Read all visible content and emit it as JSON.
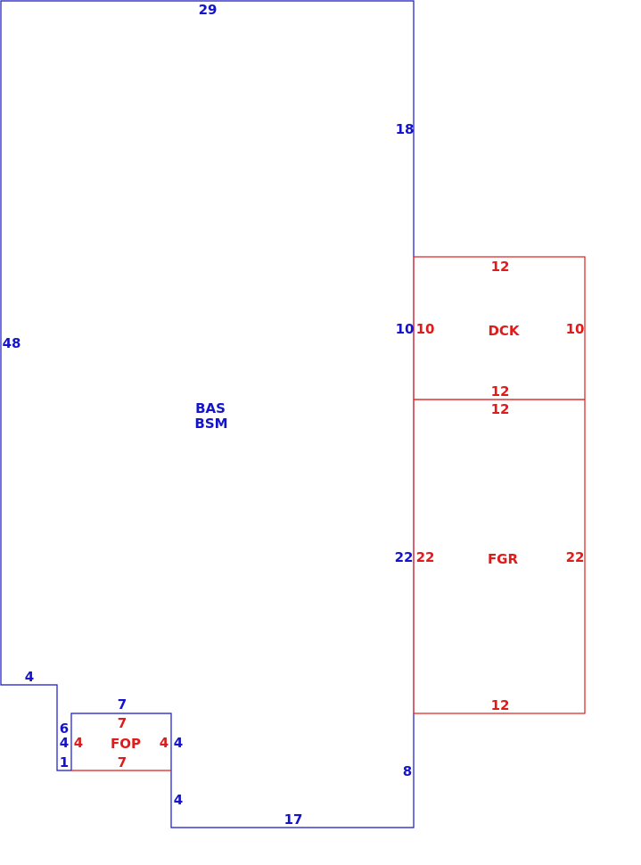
{
  "colors": {
    "main": "#1414cc",
    "addition": "#dd1c1c"
  },
  "main_area": {
    "codes": [
      "BAS",
      "BSM"
    ],
    "dims": {
      "top": "29",
      "right_upper": "18",
      "right_mid": "10",
      "right_fgr": "22",
      "right_lower": "8",
      "left": "48",
      "step_top": "4",
      "step_a": "6",
      "step_b": "4",
      "step_c": "1",
      "bottom": "17",
      "notch_side": "4",
      "fop_top": "7",
      "fop_side": "4"
    }
  },
  "dck": {
    "code": "DCK",
    "top": "12",
    "bottom": "12",
    "left": "10",
    "right": "10"
  },
  "fgr": {
    "code": "FGR",
    "top": "12",
    "bottom": "12",
    "left": "22",
    "right": "22"
  },
  "fop": {
    "code": "FOP",
    "top": "7",
    "bottom": "7",
    "left": "4",
    "right": "4"
  }
}
